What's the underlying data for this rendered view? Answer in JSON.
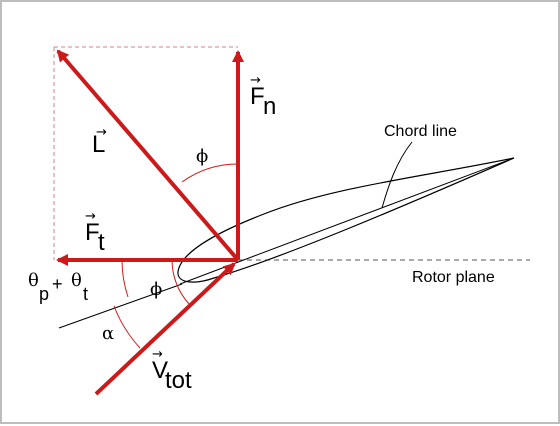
{
  "colors": {
    "force": "#cc1a1a",
    "construction": "#d98080",
    "ink": "#000000",
    "frame": "#bdbdbd"
  },
  "vectors": {
    "lift": {
      "symbol": "L"
    },
    "normal_force": {
      "symbol": "F",
      "subscript": "n"
    },
    "tangential_force": {
      "symbol": "F",
      "subscript": "t"
    },
    "total_velocity": {
      "symbol": "V",
      "subscript": "tot"
    }
  },
  "angles": {
    "phi_upper": "ϕ",
    "phi_lower": "ϕ",
    "alpha": "α",
    "pitch_plus_twist": {
      "theta1": "θ",
      "sub1": "p",
      "plus": "+",
      "theta2": "θ",
      "sub2": "t"
    }
  },
  "labels": {
    "chord_line": "Chord line",
    "rotor_plane": "Rotor plane"
  },
  "vector_arrow_glyph": "→"
}
